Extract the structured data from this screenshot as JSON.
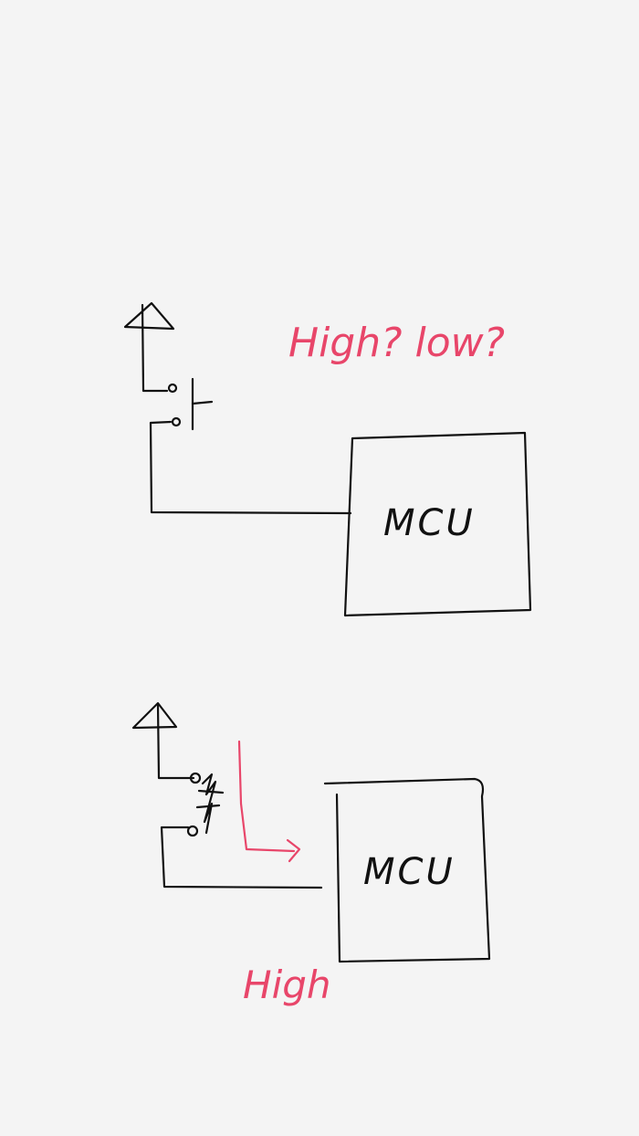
{
  "diagrams": [
    {
      "mcu_label": "MCU",
      "annotation": "High? low?"
    },
    {
      "mcu_label": "MCU",
      "annotation": "High"
    }
  ],
  "colors": {
    "background": "#f4f4f4",
    "ink": "#111111",
    "annotation": "#e8466a"
  }
}
